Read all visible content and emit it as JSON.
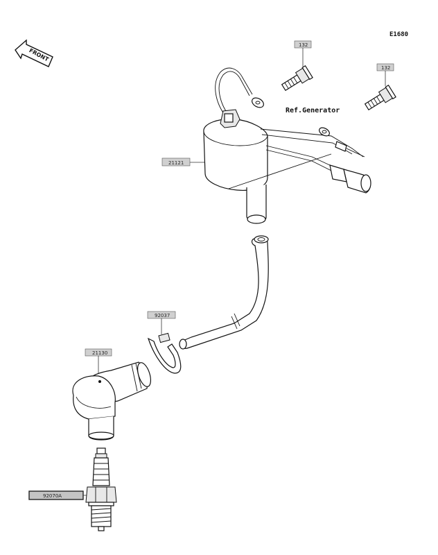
{
  "diagram": {
    "code": "E1680",
    "front_label": "FRONT",
    "ref_label": "Ref.Generator",
    "parts": {
      "bolt_a": "132",
      "bolt_b": "132",
      "ignition_coil": "21121",
      "clamp": "92037",
      "plug_cap": "21130",
      "spark_plug": "92070A"
    }
  }
}
